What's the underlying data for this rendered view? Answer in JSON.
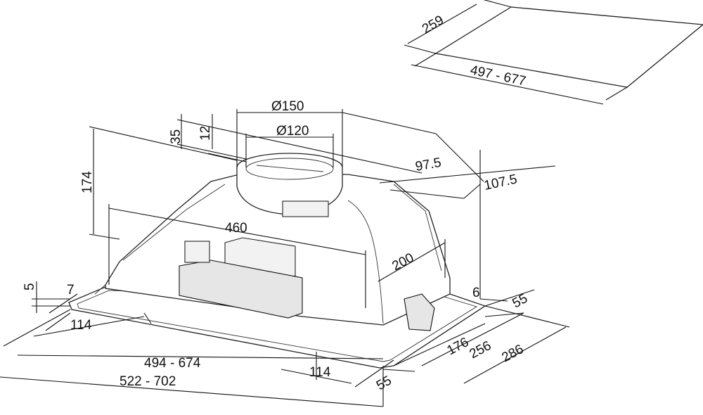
{
  "dimensions": {
    "cutout_depth": "259",
    "cutout_width": "497 - 677",
    "outlet_outer_diameter": "Ø150",
    "outlet_inner_diameter": "Ø120",
    "outlet_collar_height": "35",
    "outlet_lip_height": "12",
    "height": "174",
    "outlet_offset_side": "97.5",
    "outlet_offset_front": "107.5",
    "body_width": "460",
    "body_depth": "200",
    "frame_thickness": "5",
    "frame_step": "7",
    "clip_offset_left": "114",
    "frame_width_small": "494 - 674",
    "frame_width_large": "522 - 702",
    "clip_offset_right": "114",
    "frame_depth_inner": "176",
    "frame_depth_mid": "256",
    "frame_depth_outer": "286",
    "side_margin_back": "55",
    "side_margin_front": "55",
    "frame_edge": "6"
  }
}
